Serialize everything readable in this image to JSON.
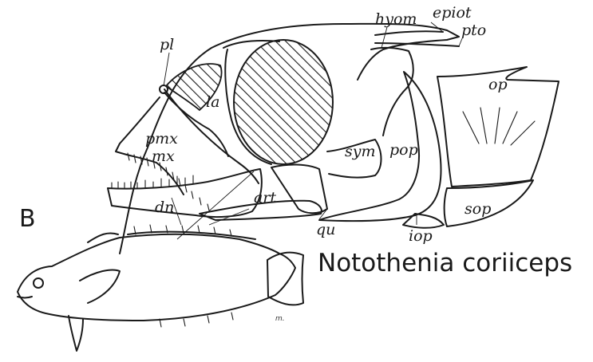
{
  "panel_label": "B",
  "species_caption": "Notothenia coriiceps",
  "signature": "m.",
  "bone_labels": {
    "epiot": "epiot",
    "pto": "pto",
    "pl": "pl",
    "hyom": "hyom",
    "la": "la",
    "op": "op",
    "pmx": "pmx",
    "mx": "mx",
    "sym": "sym",
    "pop": "pop",
    "art": "art",
    "dn": "dn",
    "sop": "sop",
    "qu": "qu",
    "iop": "iop"
  }
}
